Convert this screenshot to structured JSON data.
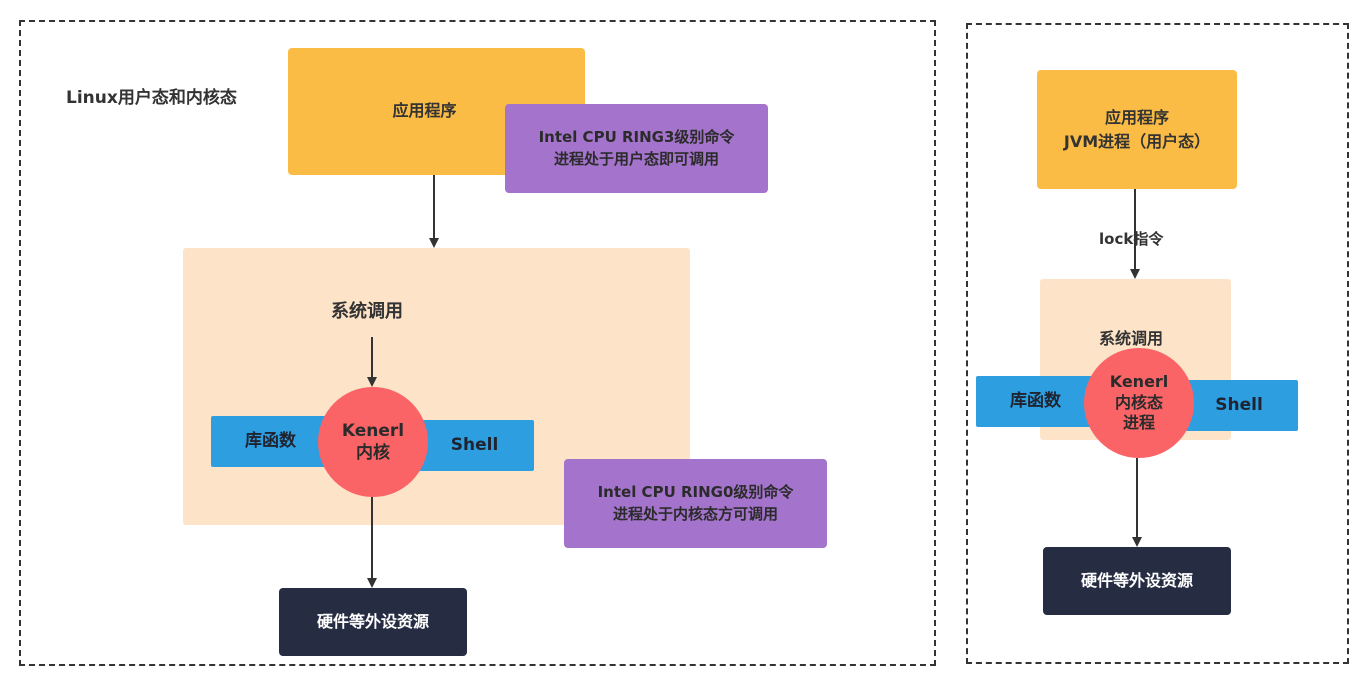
{
  "left": {
    "title": "Linux用户态和内核态",
    "app": "应用程序",
    "ring3": {
      "line1": "Intel CPU RING3级别命令",
      "line2": "进程处于用户态即可调用"
    },
    "syscall": "系统调用",
    "kernel": {
      "line1": "Kenerl",
      "line2": "内核"
    },
    "lib": "库函数",
    "shell": "Shell",
    "ring0": {
      "line1": "Intel CPU RING0级别命令",
      "line2": "进程处于内核态方可调用"
    },
    "hardware": "硬件等外设资源"
  },
  "right": {
    "app": {
      "line1": "应用程序",
      "line2": "JVM进程（用户态）"
    },
    "lock": "lock指令",
    "syscall": "系统调用",
    "kernel": {
      "line1": "Kenerl",
      "line2": "内核态",
      "line3": "进程"
    },
    "lib": "库函数",
    "shell": "Shell",
    "hardware": "硬件等外设资源"
  },
  "colors": {
    "app": "#fbbc45",
    "ring": "#a474cc",
    "syscall_area": "#fde3c8",
    "kernel": "#fb6467",
    "lib_shell": "#2d9ee0",
    "hardware": "#262c42"
  }
}
